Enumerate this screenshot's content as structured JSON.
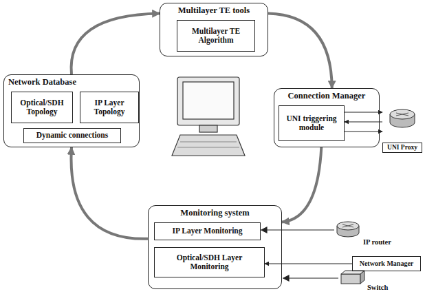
{
  "diagram": {
    "nodes": [
      {
        "text": [
          "Multilayer TE tools"
        ]
      },
      {
        "text": [
          "Multilayer TE Algorithm"
        ],
        "in": 0
      },
      {
        "text": [
          "Network Database"
        ]
      },
      {
        "text": [
          "Optical/SDH Topology"
        ],
        "in": 2
      },
      {
        "text": [
          "IP Layer Topology"
        ],
        "in": 2
      },
      {
        "text": [
          "Dynamic connections"
        ],
        "in": 2
      },
      {
        "text": [
          "Connection Manager"
        ]
      },
      {
        "text": [
          "UNI triggering module"
        ],
        "in": 6
      },
      {
        "text": [
          "UNI Proxy"
        ]
      },
      {
        "text": [
          "Monitoring system"
        ]
      },
      {
        "text": [
          "IP Layer Monitoring"
        ],
        "in": 9
      },
      {
        "text": [
          "Optical/SDH Layer Monitoring"
        ],
        "in": 9
      },
      {
        "text": [
          "Network Manager"
        ]
      }
    ],
    "edges": [
      {
        "from": 2,
        "to": 0,
        "arrow": "to"
      },
      {
        "from": 0,
        "to": 6,
        "arrow": "to"
      },
      {
        "from": 6,
        "to": 9,
        "arrow": "to"
      },
      {
        "from": 9,
        "to": 2,
        "arrow": "to"
      },
      {
        "from": 7,
        "to": 8,
        "arrow": "to"
      },
      {
        "from": 8,
        "to": 7,
        "arrow": "to"
      },
      {
        "from": 7,
        "to": 8,
        "arrow": "to"
      },
      {
        "from": 12,
        "to": 11,
        "arrow": "to"
      }
    ],
    "labels": [
      "IP router",
      "Switch"
    ]
  }
}
